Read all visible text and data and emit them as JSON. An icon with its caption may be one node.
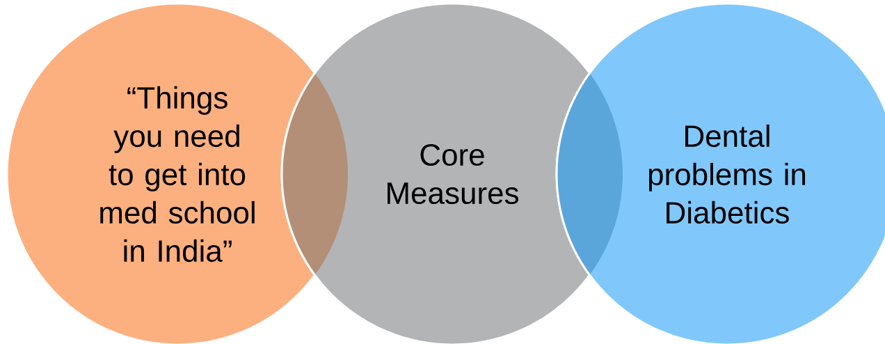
{
  "diagram": {
    "nodes": [
      {
        "text": [
          "“Things you need to get into med school in India”"
        ]
      },
      {
        "text": [
          "Core Measures"
        ]
      },
      {
        "text": [
          "Dental problems in Diabetics"
        ]
      }
    ]
  }
}
